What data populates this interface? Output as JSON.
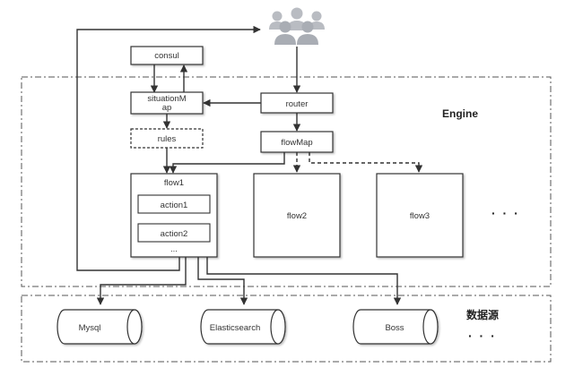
{
  "engine": {
    "label": "Engine"
  },
  "datasource": {
    "label": "数据源"
  },
  "nodes": {
    "consul": "consul",
    "situation_map_line1": "situationM",
    "situation_map_line2": "ap",
    "rules": "rules",
    "router": "router",
    "flow_map": "flowMap",
    "flow1": "flow1",
    "action1": "action1",
    "action2": "action2",
    "flow1_more": "...",
    "flow2": "flow2",
    "flow3": "flow3",
    "more_flows": "· · ·"
  },
  "datasources": {
    "mysql": "Mysql",
    "elasticsearch": "Elasticsearch",
    "boss": "Boss",
    "more": "· · ·"
  },
  "icons": {
    "users": "users-group-icon"
  }
}
